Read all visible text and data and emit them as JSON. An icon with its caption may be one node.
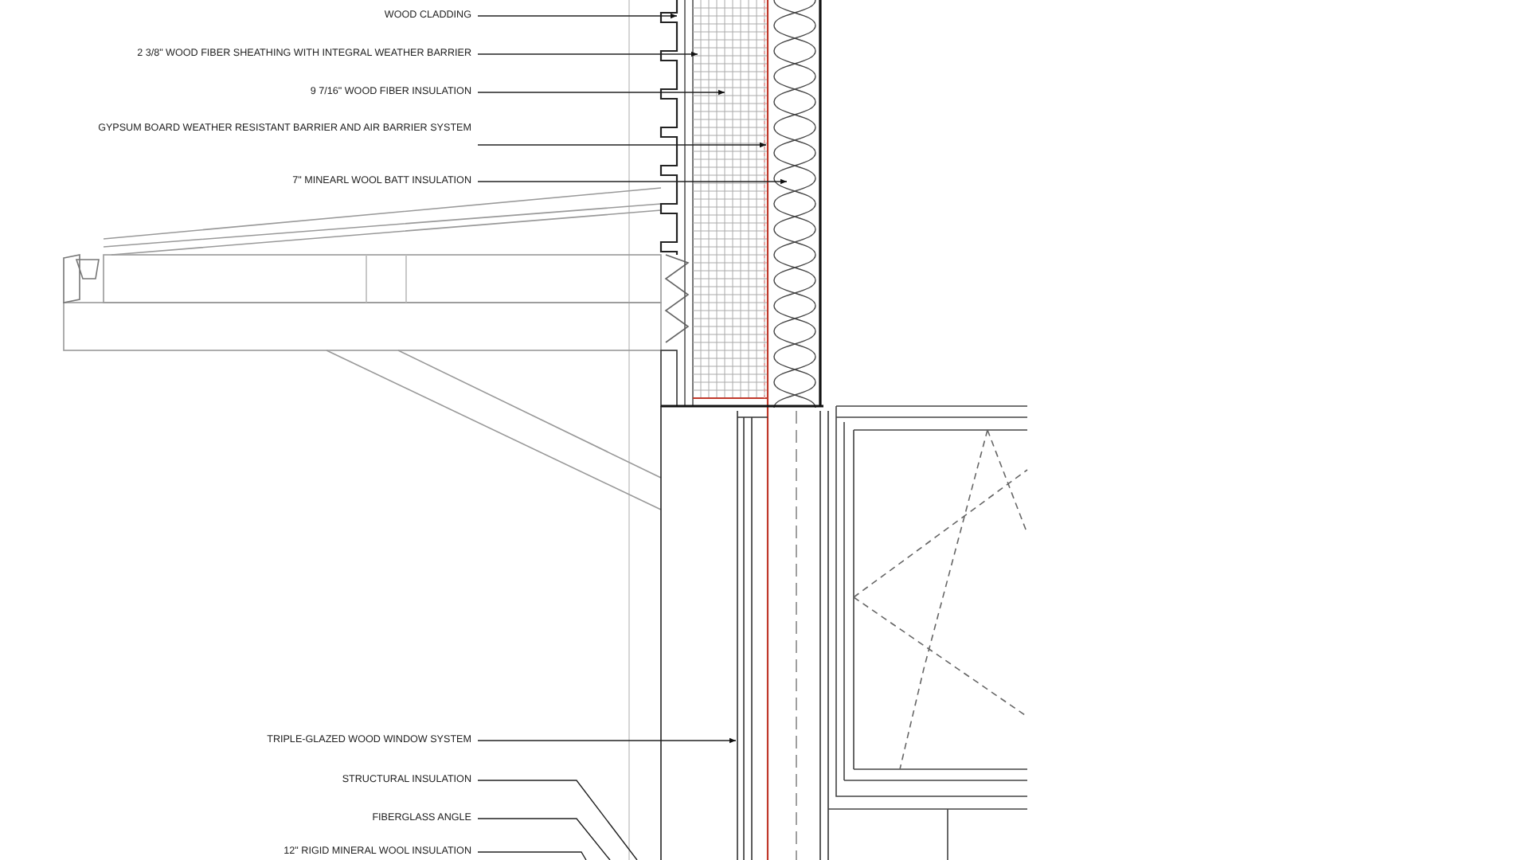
{
  "diagram": {
    "nodes": [
      {
        "text": [
          "WOOD CLADDING"
        ]
      },
      {
        "text": [
          "2 3/8\" WOOD FIBER SHEATHING WITH INTEGRAL WEATHER BARRIER"
        ]
      },
      {
        "text": [
          "9 7/16\" WOOD FIBER INSULATION"
        ]
      },
      {
        "text": [
          "GYPSUM BOARD WEATHER RESISTANT BARRIER AND AIR BARRIER SYSTEM"
        ]
      },
      {
        "text": [
          "7\" MINEARL WOOL BATT INSULATION"
        ]
      },
      {
        "text": [
          "TRIPLE-GLAZED WOOD WINDOW SYSTEM"
        ]
      },
      {
        "text": [
          "STRUCTURAL INSULATION"
        ]
      },
      {
        "text": [
          "FIBERGLASS ANGLE"
        ]
      },
      {
        "text": [
          "12\" RIGID MINERAL WOOL INSULATION"
        ]
      }
    ],
    "edges": [
      {
        "from": 0,
        "to": null,
        "arrow": "to"
      },
      {
        "from": 1,
        "to": null,
        "arrow": "to"
      },
      {
        "from": 2,
        "to": null,
        "arrow": "to"
      },
      {
        "from": 3,
        "to": null,
        "arrow": "to"
      },
      {
        "from": 4,
        "to": null,
        "arrow": "to"
      },
      {
        "from": 5,
        "to": null,
        "arrow": "to"
      },
      {
        "from": 6,
        "to": null,
        "arrow": "none"
      },
      {
        "from": 7,
        "to": null,
        "arrow": "none"
      },
      {
        "from": 8,
        "to": null,
        "arrow": "none"
      }
    ]
  }
}
